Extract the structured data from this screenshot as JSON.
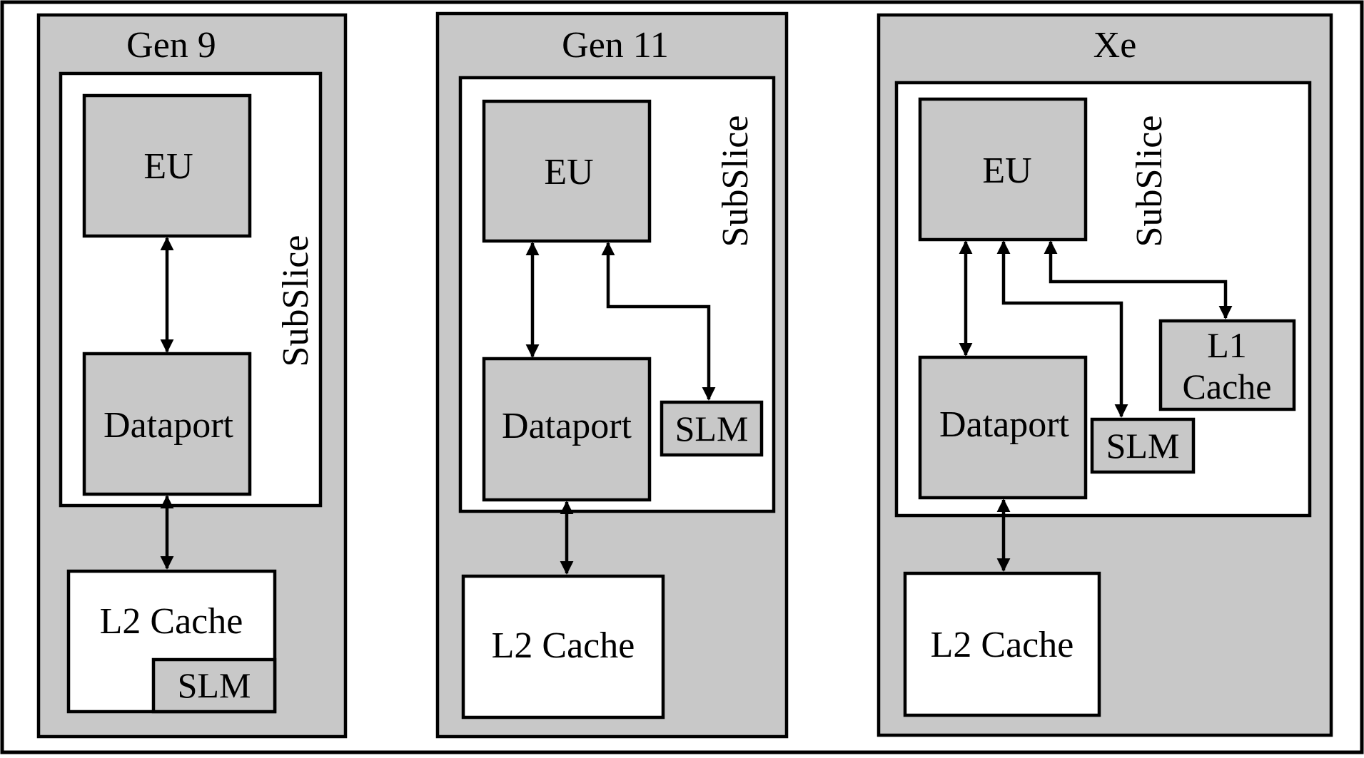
{
  "panels": [
    {
      "title": "Gen 9",
      "subslice_label": "SubSlice",
      "eu_label": "EU",
      "dataport_label": "Dataport",
      "l2_label": "L2 Cache",
      "slm_label": "SLM"
    },
    {
      "title": "Gen 11",
      "subslice_label": "SubSlice",
      "eu_label": "EU",
      "dataport_label": "Dataport",
      "l2_label": "L2 Cache",
      "slm_label": "SLM"
    },
    {
      "title": "Xe",
      "subslice_label": "SubSlice",
      "eu_label": "EU",
      "dataport_label": "Dataport",
      "l2_label": "L2 Cache",
      "slm_label": "SLM",
      "l1_label_line1": "L1",
      "l1_label_line2": "Cache"
    }
  ],
  "colors": {
    "panel_fill": "#c8c8c8",
    "box_fill": "#ffffff",
    "stroke": "#000000"
  }
}
